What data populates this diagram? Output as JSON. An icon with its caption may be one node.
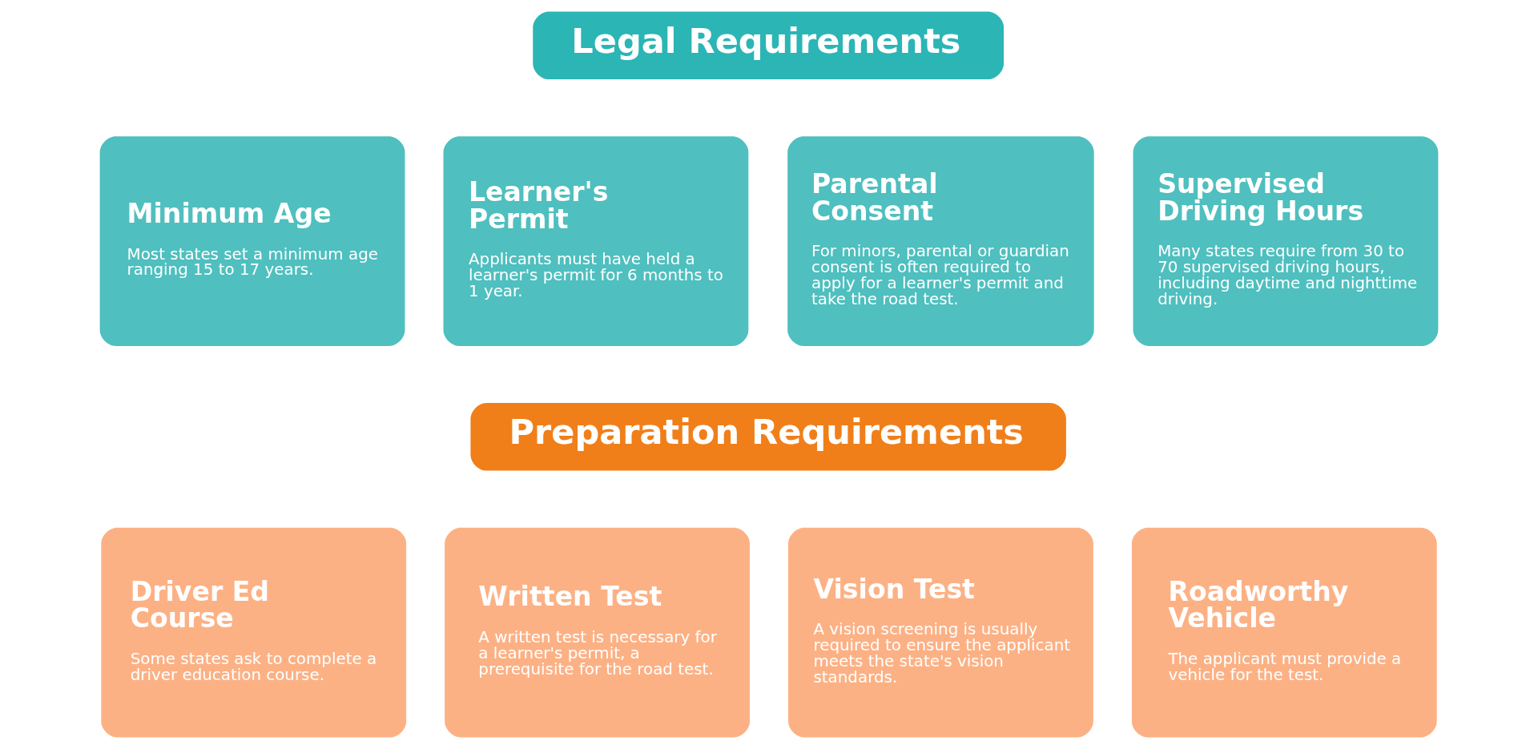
{
  "diagram": {
    "nodes": [
      {
        "text": [
          "Legal Requirements"
        ]
      },
      {
        "text": [
          "Minimum Age",
          "Most states set a minimum age ranging 15 to 17 years."
        ]
      },
      {
        "text": [
          "Learner's Permit",
          "Applicants must have held a learner's permit for 6 months to 1 year."
        ]
      },
      {
        "text": [
          "Parental Consent",
          "For minors, parental or guardian consent is often required to apply for a learner's permit and take the road test."
        ]
      },
      {
        "text": [
          "Supervised Driving Hours",
          "Many states require from 30 to 70 supervised driving hours, including daytime and nighttime driving."
        ]
      },
      {
        "text": [
          "Preparation Requirements"
        ]
      },
      {
        "text": [
          "Driver Ed Course",
          "Some states ask to complete a driver education course."
        ]
      },
      {
        "text": [
          "Written Test",
          "A written test is necessary for a learner's permit, a prerequisite for the road test."
        ]
      },
      {
        "text": [
          "Vision Test",
          "A vision screening is usually required to ensure the applicant meets the state's vision standards."
        ]
      },
      {
        "text": [
          "Roadworthy Vehicle",
          "The applicant must provide a vehicle for the test."
        ]
      }
    ]
  }
}
